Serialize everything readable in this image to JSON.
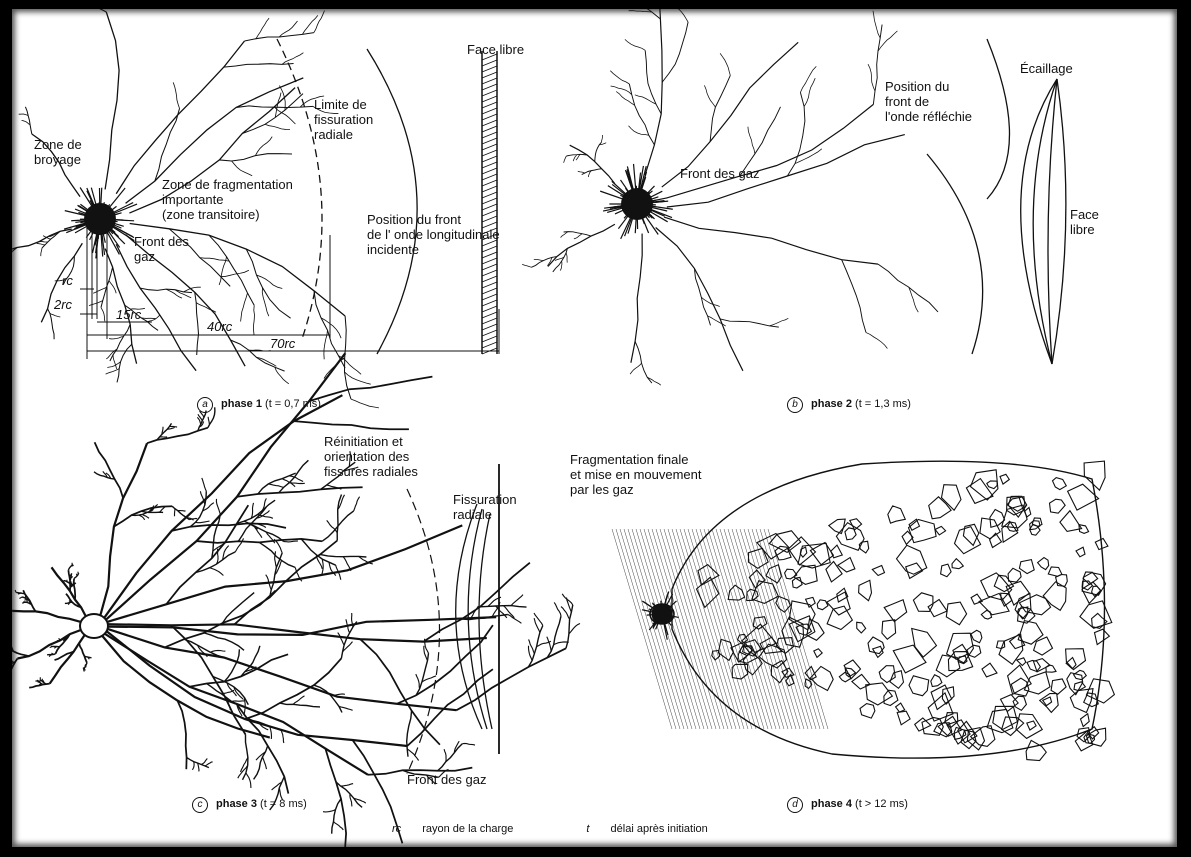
{
  "panels": {
    "a": {
      "letter": "a",
      "caption_phase": "phase 1",
      "caption_time": "(t = 0,7 ms)",
      "labels": {
        "face_libre": "Face libre",
        "limite": "Limite de\nfissuration\nradiale",
        "zone_broyage": "Zone de\nbroyage",
        "zone_fragmentation": "Zone de fragmentation\nimportante\n(zone transitoire)",
        "front_gaz": "Front des\ngaz",
        "position_front": "Position du front\nde l' onde longitudinale\nincidente",
        "rc": "rc",
        "dim_2rc": "2rc",
        "dim_15rc": "15rc",
        "dim_40rc": "40rc",
        "dim_70rc": "70rc"
      }
    },
    "b": {
      "letter": "b",
      "caption_phase": "phase 2",
      "caption_time": "(t = 1,3 ms)",
      "labels": {
        "position_reflechie": "Position du\nfront de\nl'onde réfléchie",
        "ecaillage": "Écaillage",
        "front_gaz": "Front des gaz",
        "face_libre": "Face\nlibre"
      }
    },
    "c": {
      "letter": "c",
      "caption_phase": "phase 3",
      "caption_time": "(t = 8 ms)",
      "labels": {
        "reinitiation": "Réinitiation et\norientation des\nfissures radiales",
        "fissuration": "Fissuration\nradiale",
        "front_gaz": "Front des gaz"
      }
    },
    "d": {
      "letter": "d",
      "caption_phase": "phase 4",
      "caption_time": "(t > 12 ms)",
      "labels": {
        "fragmentation_finale": "Fragmentation finale\net mise en mouvement\npar les gaz"
      }
    }
  },
  "legend": {
    "rc_symbol": "rc",
    "rc_text": "rayon de la charge",
    "t_symbol": "t",
    "t_text": "délai après initiation"
  }
}
